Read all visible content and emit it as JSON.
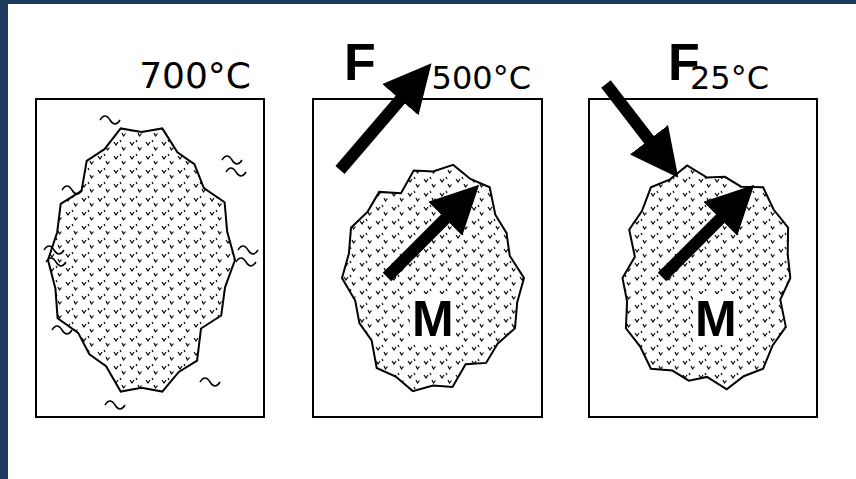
{
  "diagram": {
    "nodes": [
      {
        "text": [
          "700°C"
        ]
      },
      {
        "text": [
          "500°C"
        ]
      },
      {
        "text": [
          "M"
        ],
        "in": 1
      },
      {
        "text": [
          "25°C"
        ]
      },
      {
        "text": [
          "M"
        ],
        "in": 3
      }
    ],
    "labels": [
      "F",
      "F"
    ]
  }
}
